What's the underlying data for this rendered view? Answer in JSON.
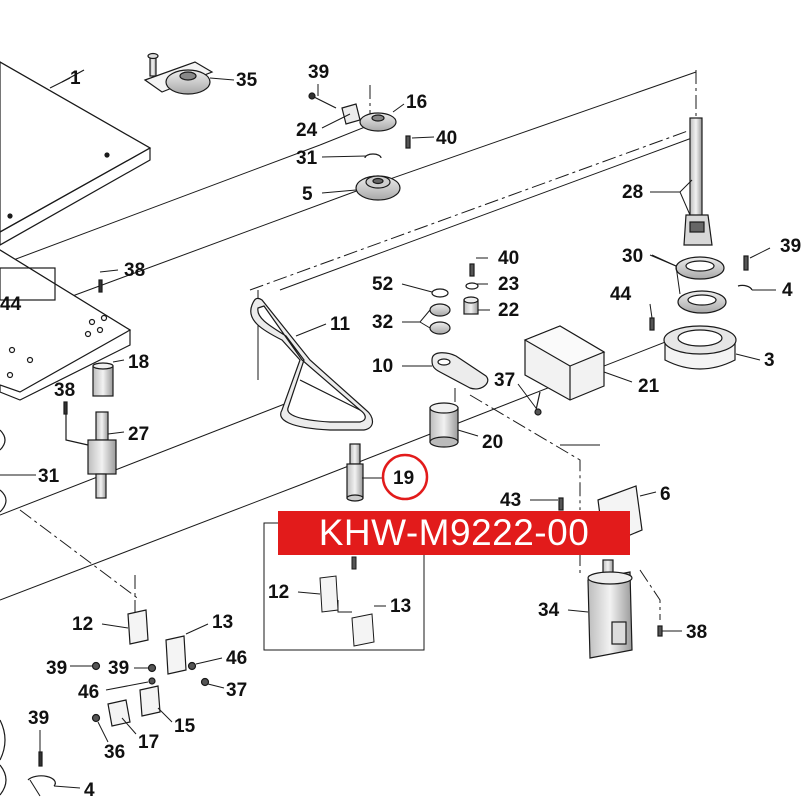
{
  "part_number": "KHW-M9222-00",
  "highlight_callout": "19",
  "callouts": {
    "c1": "1",
    "c35": "35",
    "c39a": "39",
    "c16": "16",
    "c24": "24",
    "c40a": "40",
    "c31a": "31",
    "c5": "5",
    "c28": "28",
    "c39b": "39",
    "c30": "30",
    "c4a": "4",
    "c44a": "44",
    "c3": "3",
    "c38a": "38",
    "c44b": "44",
    "c18": "18",
    "c38b": "38",
    "c27": "27",
    "c31b": "31",
    "c11": "11",
    "c40b": "40",
    "c52": "52",
    "c23": "23",
    "c32": "32",
    "c22": "22",
    "c10": "10",
    "c37a": "37",
    "c21": "21",
    "c20": "20",
    "c19": "19",
    "c43": "43",
    "c6": "6",
    "c12a": "12",
    "c13a": "13",
    "c34": "34",
    "c38c": "38",
    "c12b": "12",
    "c13b": "13",
    "c39c": "39",
    "c39d": "39",
    "c46a": "46",
    "c46b": "46",
    "c37b": "37",
    "c15": "15",
    "c36": "36",
    "c17": "17",
    "c39e": "39",
    "c4b": "4"
  },
  "colors": {
    "banner": "#e21b1b",
    "highlight": "#e21b1b",
    "line": "#1a1a1a"
  }
}
